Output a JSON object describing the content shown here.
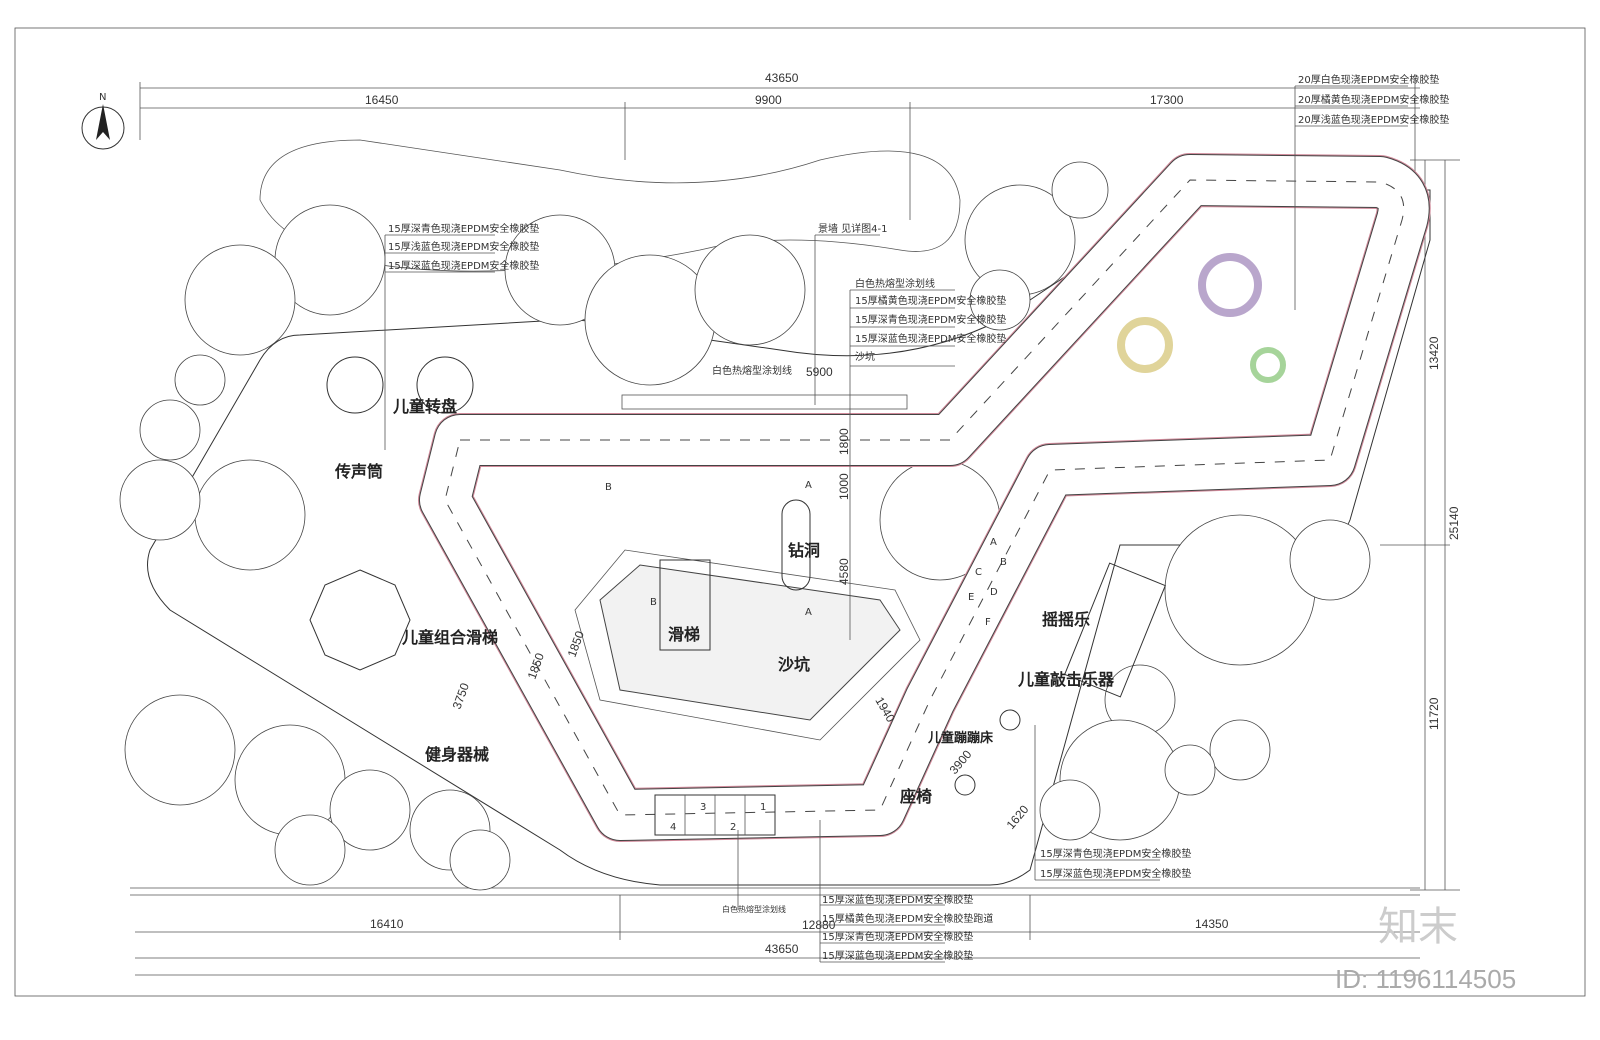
{
  "north_label": "N",
  "dimensions": {
    "top_total": "43650",
    "top_segments": [
      "16450",
      "9900",
      "17300"
    ],
    "bottom_segments": [
      "16410",
      "12880",
      "14350"
    ],
    "bottom_total": "43650",
    "right": [
      "13420",
      "25140",
      "11720"
    ],
    "inner": [
      "5900",
      "1800",
      "1000",
      "4580",
      "1850",
      "1850",
      "3750",
      "1940",
      "3900",
      "1620"
    ]
  },
  "areas": {
    "spinner": "儿童转盘",
    "voice_tube": "传声筒",
    "combo_slide": "儿童组合滑梯",
    "fitness": "健身器械",
    "slide": "滑梯",
    "sandpit": "沙坑",
    "tunnel": "钻洞",
    "rocker": "摇摇乐",
    "percussion": "儿童敲击乐器",
    "trampoline": "儿童蹦蹦床",
    "bench": "座椅"
  },
  "callouts": {
    "top_right": [
      "20厚白色现浇EPDM安全橡胶垫",
      "20厚橘黄色现浇EPDM安全橡胶垫",
      "20厚浅蓝色现浇EPDM安全橡胶垫"
    ],
    "top_left": [
      "15厚深青色现浇EPDM安全橡胶垫",
      "15厚浅蓝色现浇EPDM安全橡胶垫",
      "15厚深蓝色现浇EPDM安全橡胶垫"
    ],
    "wall": "景墙 见详图4-1",
    "center_line": "白色热熔型涂划线",
    "center": [
      "15厚橘黄色现浇EPDM安全橡胶垫",
      "15厚深青色现浇EPDM安全橡胶垫",
      "15厚深蓝色现浇EPDM安全橡胶垫",
      "沙坑"
    ],
    "track_line": "白色热熔型涂划线",
    "bottom_right": [
      "15厚深青色现浇EPDM安全橡胶垫",
      "15厚深蓝色现浇EPDM安全橡胶垫"
    ],
    "bottom_center": [
      "15厚深蓝色现浇EPDM安全橡胶垫",
      "15厚橘黄色现浇EPDM安全橡胶垫跑道",
      "15厚深青色现浇EPDM安全橡胶垫",
      "15厚深蓝色现浇EPDM安全橡胶垫"
    ],
    "bottom_line": "白色热熔型涂划线"
  },
  "hopscotch": [
    "1",
    "2",
    "3",
    "4"
  ],
  "stations": [
    "A",
    "B",
    "C",
    "D",
    "E",
    "F"
  ],
  "section_marks": [
    "A",
    "B"
  ],
  "watermark": {
    "logo": "知末",
    "id": "ID: 1196114505"
  },
  "colors": {
    "purple": "#b9a6cc",
    "yellow": "#e0d49a",
    "green": "#a6d49a",
    "track_edge": "#d08a9a"
  }
}
